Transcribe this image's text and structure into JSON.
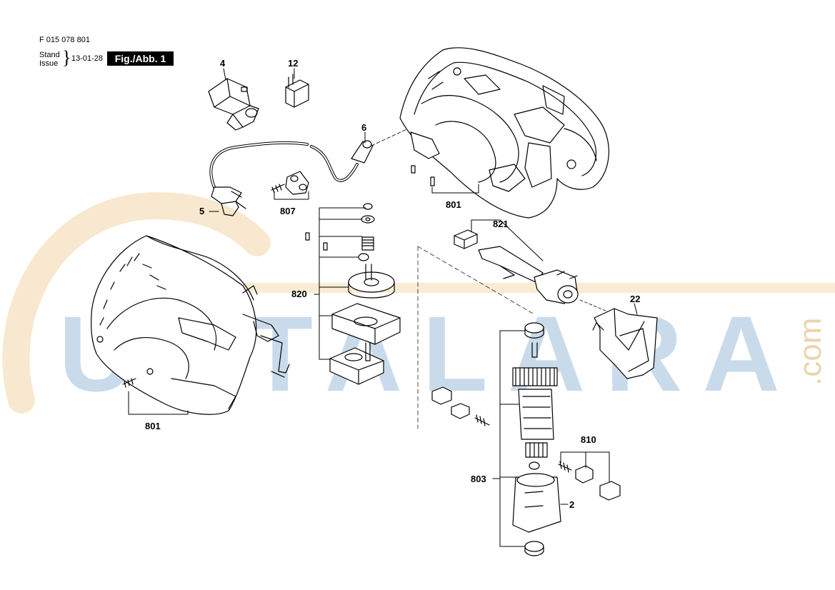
{
  "header": {
    "code": "F 015 078 801",
    "stand_label": "Stand",
    "issue_label": "Issue",
    "date": "13-01-28",
    "figure_label": "Fig./Abb. 1"
  },
  "watermark": {
    "text": "USTALARA",
    "suffix": ".com",
    "color_blue": "#9dbfdc",
    "color_orange": "#e3c28c"
  },
  "labels": {
    "p4": "4",
    "p12": "12",
    "p6": "6",
    "p5": "5",
    "p807": "807",
    "p801_top": "801",
    "p821": "821",
    "p820": "820",
    "p22": "22",
    "p801_left": "801",
    "p803": "803",
    "p810": "810",
    "p2": "2"
  }
}
